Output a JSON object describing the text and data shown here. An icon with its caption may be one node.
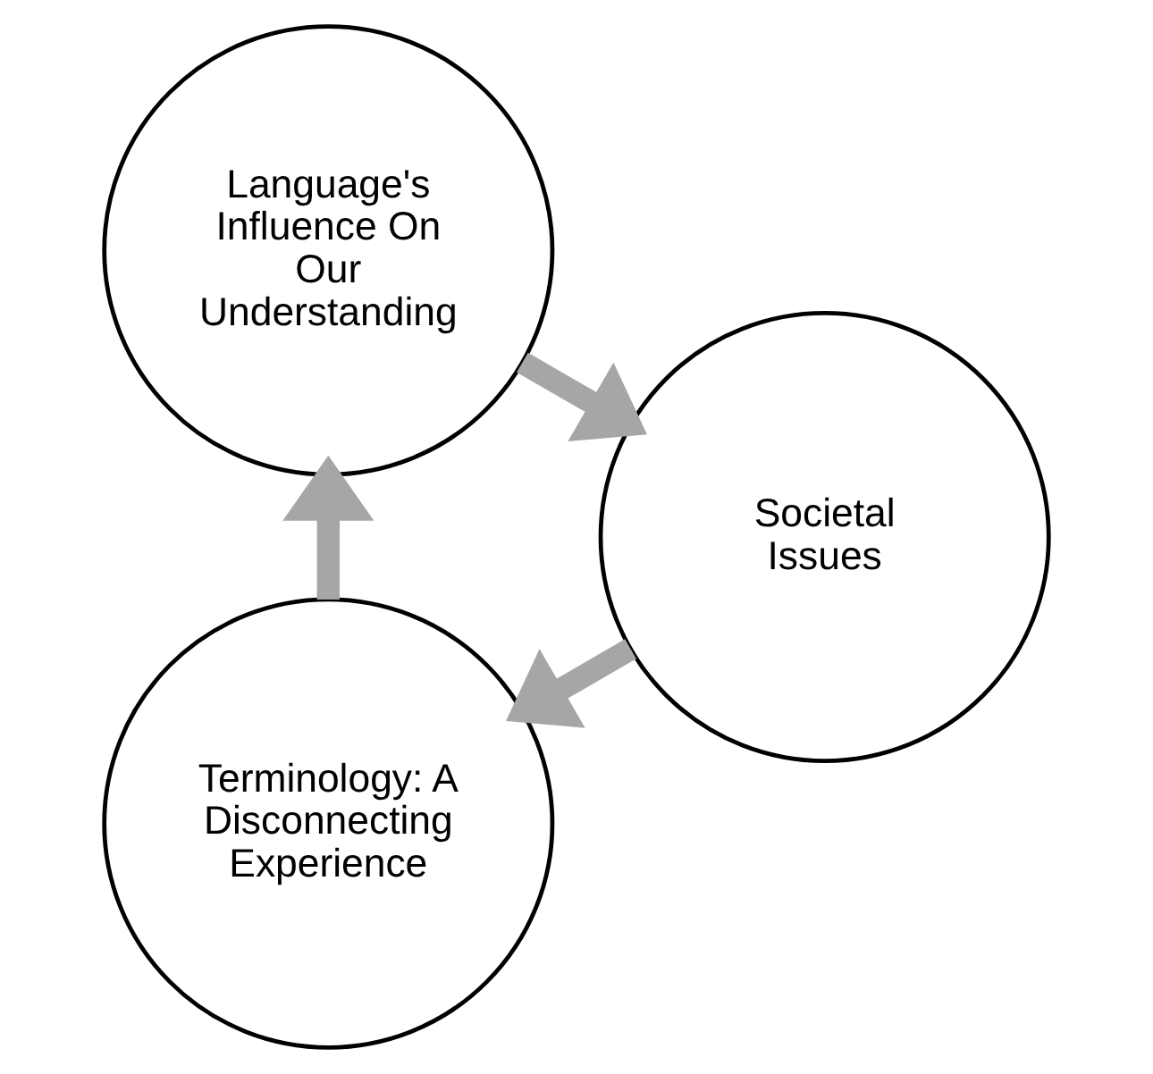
{
  "diagram": {
    "nodes": [
      {
        "text": [
          "Terminology: A Disconnecting Experience"
        ]
      },
      {
        "text": [
          "Language's Influence On Our Understanding"
        ]
      },
      {
        "text": [
          "Societal Issues"
        ]
      }
    ],
    "edges": [
      {
        "from": 0,
        "to": 1,
        "arrow": "to"
      },
      {
        "from": 1,
        "to": 2,
        "arrow": "to"
      },
      {
        "from": 2,
        "to": 0,
        "arrow": "to"
      }
    ]
  }
}
